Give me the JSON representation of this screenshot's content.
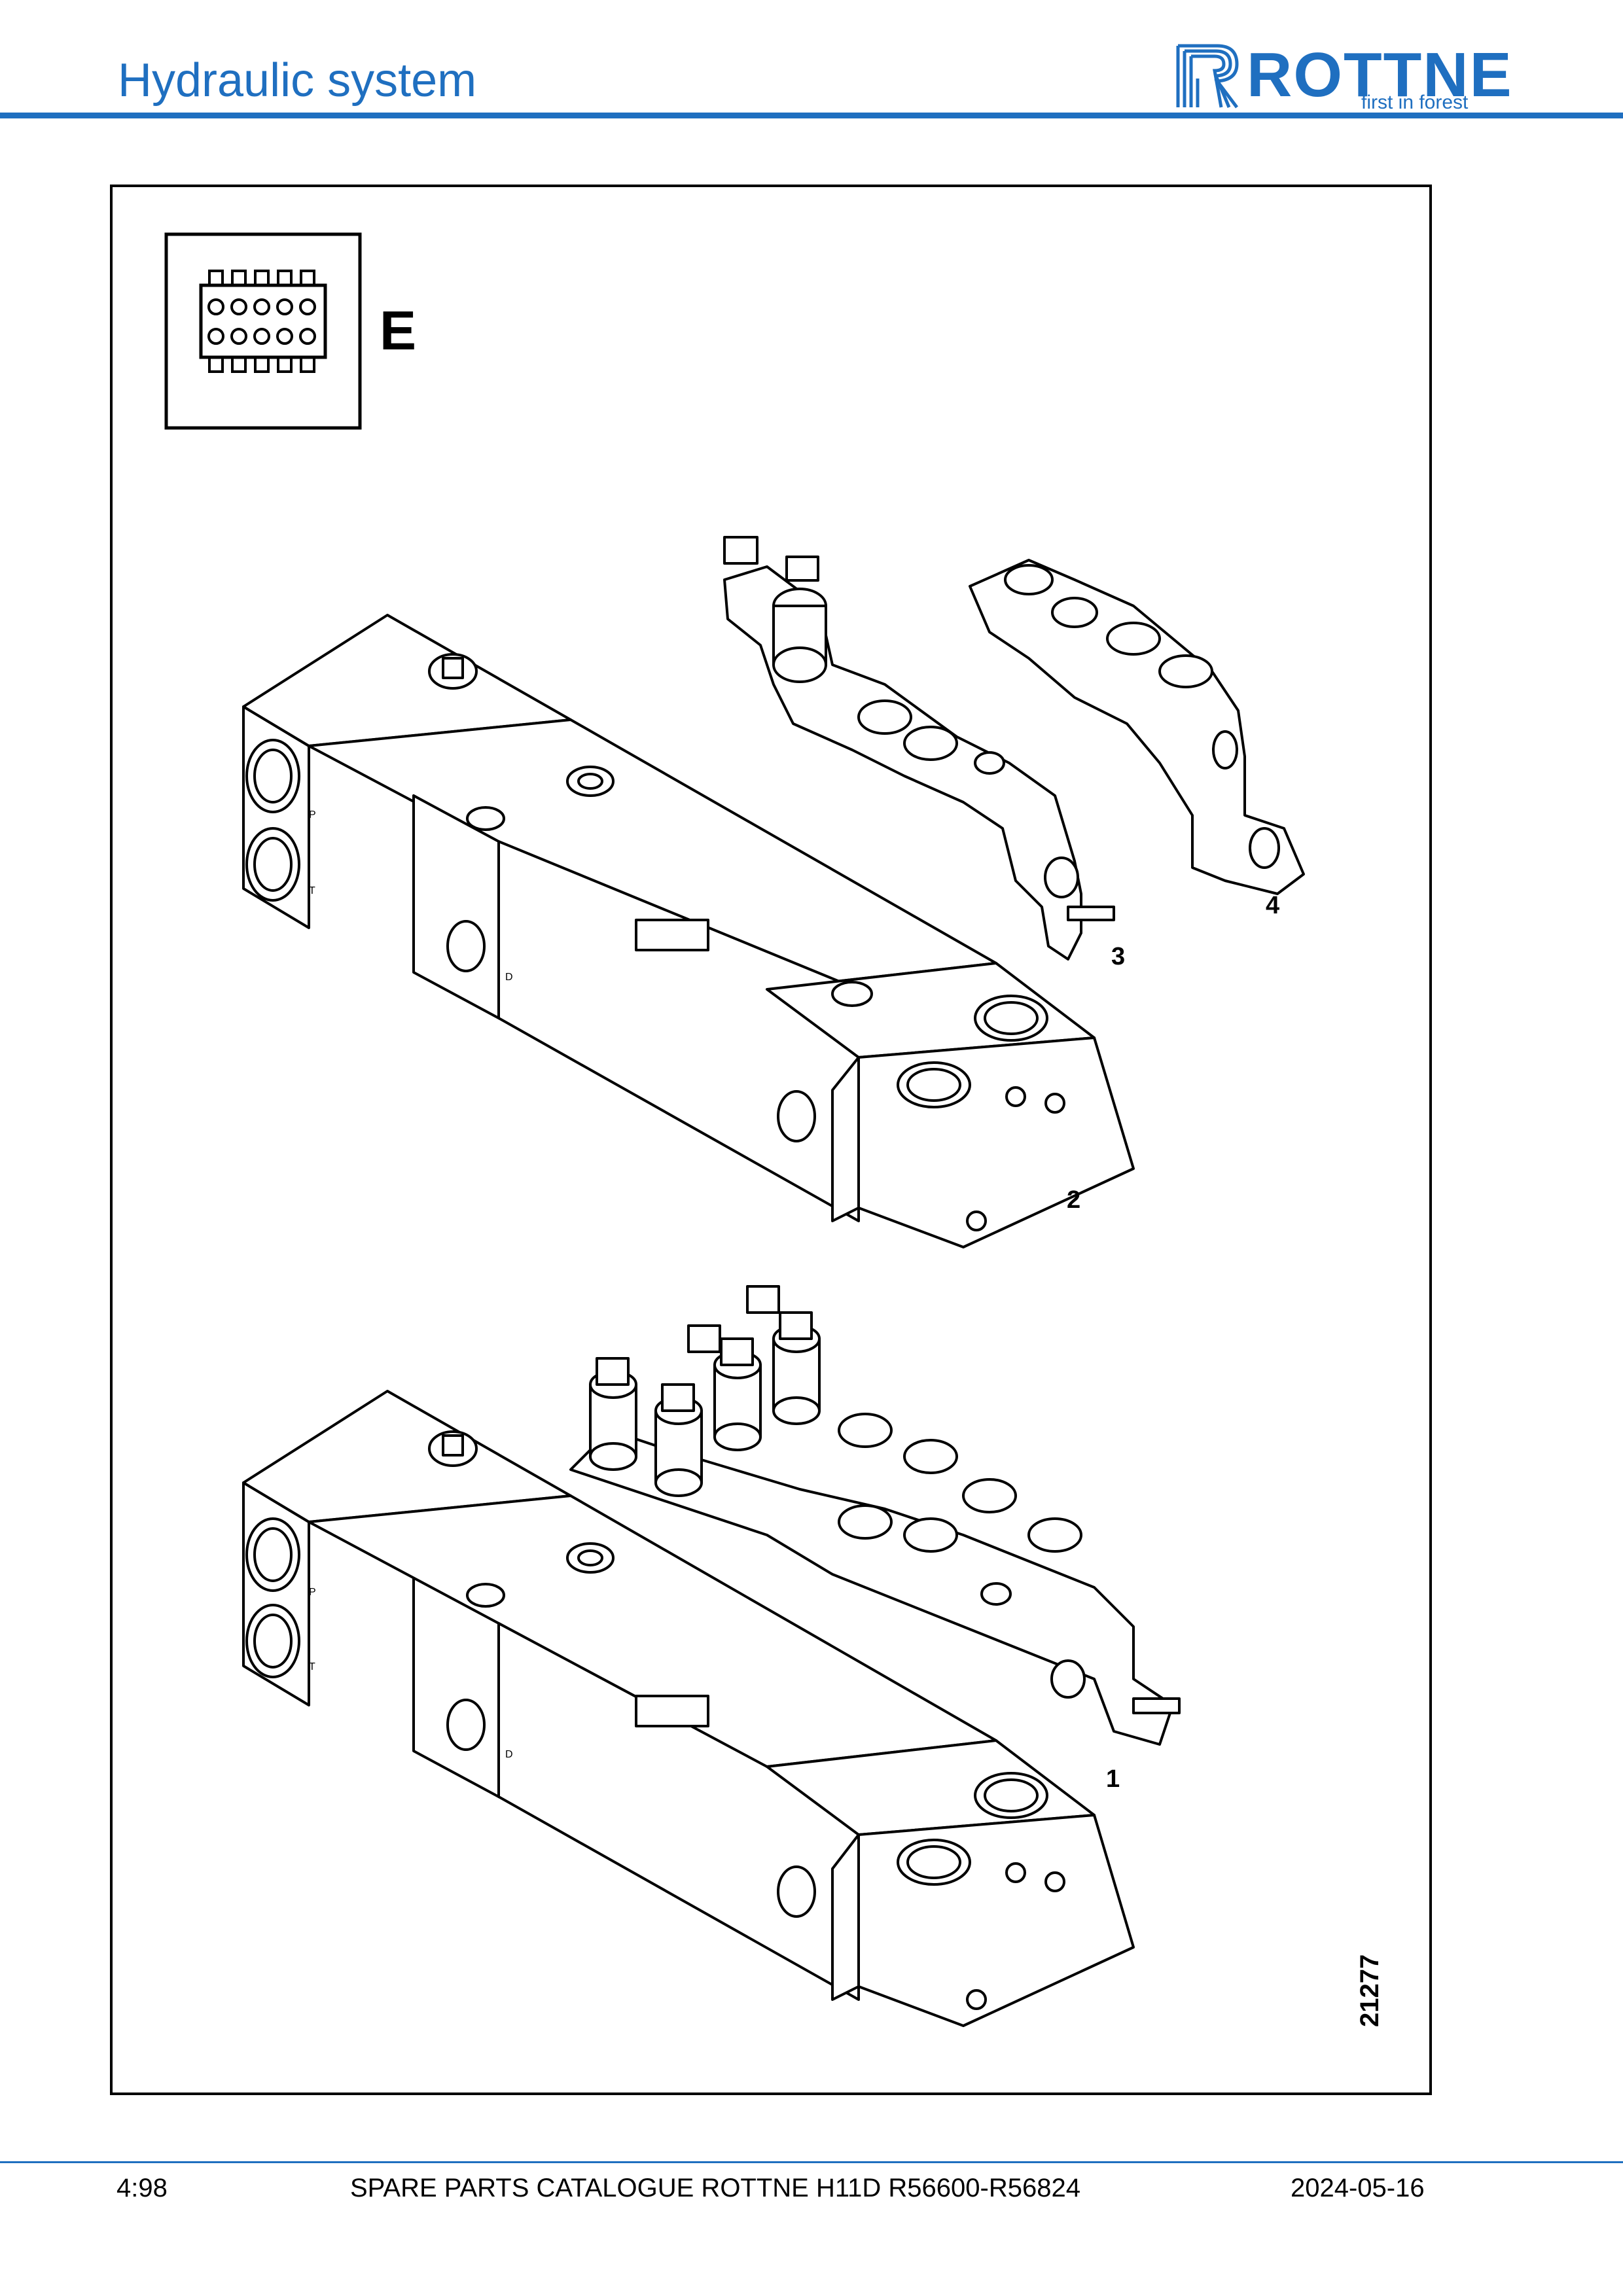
{
  "header": {
    "title": "Hydraulic system",
    "logo_word": "ROTTNE",
    "logo_tagline": "first in forest",
    "accent_color": "#1f6fc0"
  },
  "figure": {
    "connector_letter": "E",
    "callouts": [
      "1",
      "2",
      "3",
      "4"
    ],
    "drawing_number": "21277",
    "port_labels": [
      "P",
      "T",
      "D"
    ]
  },
  "footer": {
    "page": "4:98",
    "catalogue_title": "SPARE PARTS CATALOGUE ROTTNE H11D R56600-R56824",
    "date": "2024-05-16"
  }
}
